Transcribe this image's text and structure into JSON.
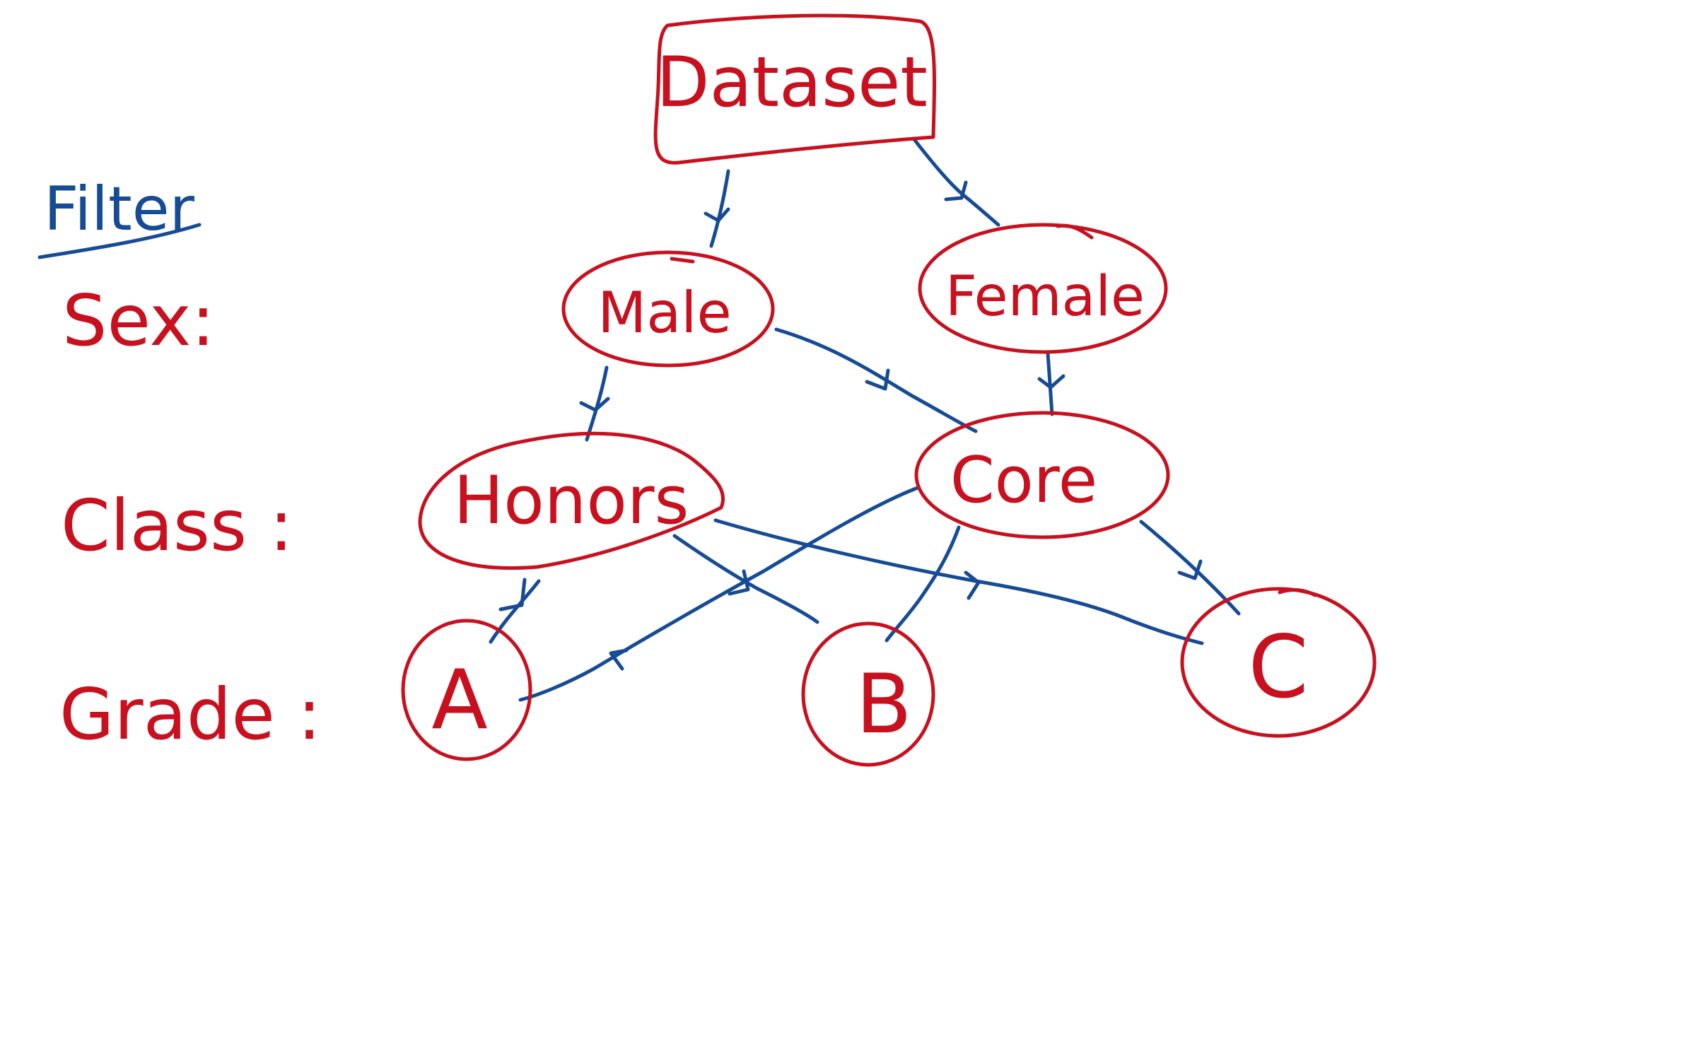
{
  "colors": {
    "node": "#c8101e",
    "edge": "#164b96",
    "filter_heading": "#164b96",
    "background": "#ffffff"
  },
  "filter_heading": "Filter",
  "levels": {
    "sex": "Sex:",
    "class": "Class :",
    "grade": "Grade :"
  },
  "nodes": {
    "dataset": "Dataset",
    "male": "Male",
    "female": "Female",
    "honors": "Honors",
    "core": "Core",
    "a": "A",
    "b": "B",
    "c": "C"
  },
  "edges": [
    {
      "from": "dataset",
      "to": "male"
    },
    {
      "from": "dataset",
      "to": "female"
    },
    {
      "from": "male",
      "to": "honors"
    },
    {
      "from": "male",
      "to": "core"
    },
    {
      "from": "female",
      "to": "core"
    },
    {
      "from": "honors",
      "to": "a"
    },
    {
      "from": "honors",
      "to": "b"
    },
    {
      "from": "honors",
      "to": "c"
    },
    {
      "from": "core",
      "to": "a"
    },
    {
      "from": "core",
      "to": "b"
    },
    {
      "from": "core",
      "to": "c"
    }
  ]
}
